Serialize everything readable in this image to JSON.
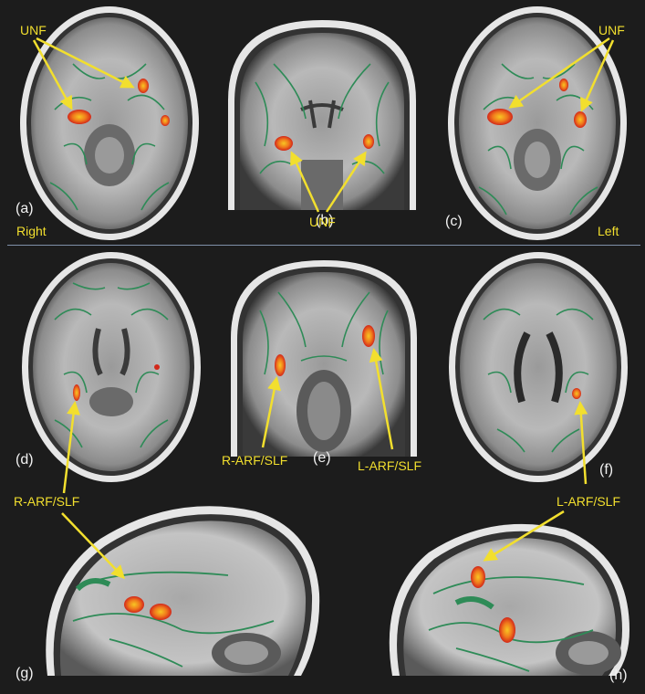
{
  "panel_letters": {
    "a": "(a)",
    "b": "(b)",
    "c": "(c)",
    "d": "(d)",
    "e": "(e)",
    "f": "(f)",
    "g": "(g)",
    "h": "(h)"
  },
  "annotations": {
    "unf_a": "UNF",
    "unf_b": "UNF",
    "unf_c": "UNF",
    "side_right": "Right",
    "side_left": "Left",
    "r_arf_e": "R-ARF/SLF",
    "l_arf_e": "L-ARF/SLF",
    "r_arf_d": "R-ARF/SLF",
    "l_arf_f": "L-ARF/SLF"
  },
  "colors": {
    "background": "#1c1c1c",
    "brain_light": "#d8d8d8",
    "brain_dark": "#4a4a4a",
    "tract_green": "#2e8b57",
    "activation_red": "#e8401c",
    "activation_yellow": "#f7c623",
    "arrow_yellow": "#f2df2e",
    "separator": "#7f8fa8"
  }
}
